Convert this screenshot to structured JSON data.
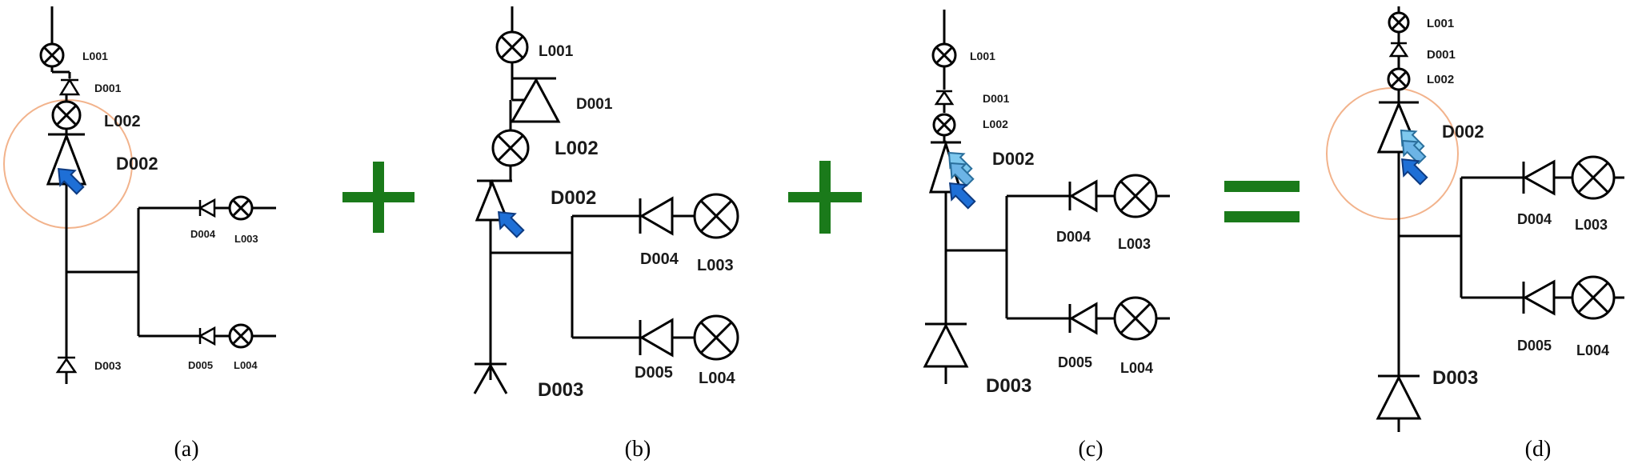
{
  "colors": {
    "line": "#000000",
    "highlight": "#f2b38c",
    "arrow": "#1e6fd6",
    "arrow_light": "#7ec8ee",
    "operator": "#1a7a1a"
  },
  "panels": {
    "a": {
      "caption": "(a)",
      "L001": "L001",
      "D001": "D001",
      "L002": "L002",
      "D002": "D002",
      "D003": "D003",
      "D004": "D004",
      "D005": "D005",
      "L003": "L003",
      "L004": "L004"
    },
    "b": {
      "caption": "(b)",
      "L001": "L001",
      "D001": "D001",
      "L002": "L002",
      "D002": "D002",
      "D003": "D003",
      "D004": "D004",
      "D005": "D005",
      "L003": "L003",
      "L004": "L004"
    },
    "c": {
      "caption": "(c)",
      "L001": "L001",
      "D001": "D001",
      "L002": "L002",
      "D002": "D002",
      "D003": "D003",
      "D004": "D004",
      "D005": "D005",
      "L003": "L003",
      "L004": "L004"
    },
    "d": {
      "caption": "(d)",
      "L001": "L001",
      "D001": "D001",
      "L002": "L002",
      "D002": "D002",
      "D003": "D003",
      "D004": "D004",
      "D005": "D005",
      "L003": "L003",
      "L004": "L004"
    }
  },
  "operators": {
    "plus1": "+",
    "plus2": "+",
    "equals": "="
  }
}
